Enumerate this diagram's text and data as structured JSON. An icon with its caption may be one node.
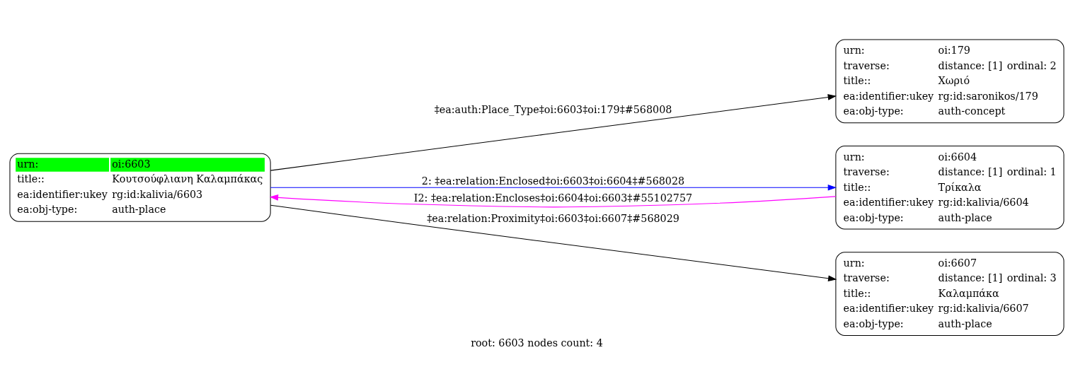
{
  "diagram": {
    "caption": "root: 6603 nodes count: 4",
    "nodes": [
      {
        "text": [
          "urn:",
          "oi:6603",
          "title::",
          "Κουτσούφλιανη Καλαμπάκας",
          "ea:identifier:ukey",
          "rg:id:kalivia/6603",
          "ea:obj-type:",
          "auth-place"
        ]
      },
      {
        "text": [
          "urn:",
          "oi:179",
          "traverse:",
          "distance: [1]",
          "ordinal: 2",
          "title::",
          "Χωριό",
          "ea:identifier:ukey",
          "rg:id:saronikos/179",
          "ea:obj-type:",
          "auth-concept"
        ]
      },
      {
        "text": [
          "urn:",
          "oi:6604",
          "traverse:",
          "distance: [1]",
          "ordinal: 1",
          "title::",
          "Τρίκαλα",
          "ea:identifier:ukey",
          "rg:id:kalivia/6604",
          "ea:obj-type:",
          "auth-place"
        ]
      },
      {
        "text": [
          "urn:",
          "oi:6607",
          "traverse:",
          "distance: [1]",
          "ordinal: 3",
          "title::",
          "Καλαμπάκα",
          "ea:identifier:ukey",
          "rg:id:kalivia/6607",
          "ea:obj-type:",
          "auth-place"
        ]
      }
    ],
    "edges": [
      {
        "from": 0,
        "to": 1,
        "arrow": "to",
        "label": "‡ea:auth:Place_Type‡oi:6603‡oi:179‡#568008"
      },
      {
        "from": 0,
        "to": 2,
        "arrow": "to",
        "label": "2: ‡ea:relation:Enclosed‡oi:6603‡oi:6604‡#568028",
        "color": "#0000ff"
      },
      {
        "from": 2,
        "to": 0,
        "arrow": "to",
        "label": "I2: ‡ea:relation:Encloses‡oi:6604‡oi:6603‡#55102757",
        "color": "#ff00ff"
      },
      {
        "from": 0,
        "to": 3,
        "arrow": "to",
        "label": "‡ea:relation:Proximity‡oi:6603‡oi:6607‡#568029"
      }
    ]
  }
}
